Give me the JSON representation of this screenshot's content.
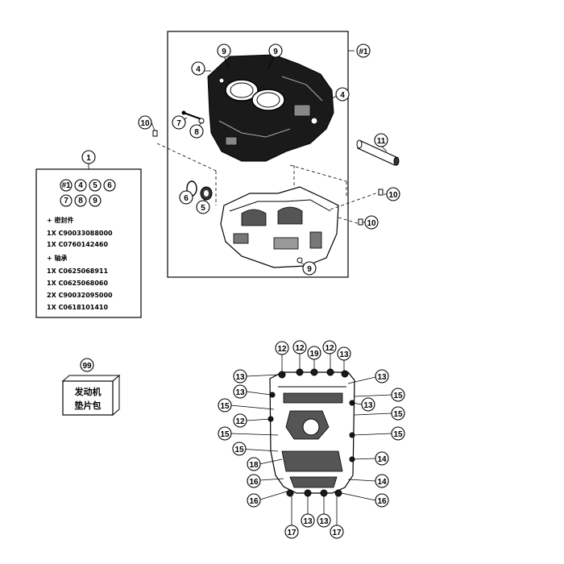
{
  "main_assembly_label": "#1",
  "callout_1": "1",
  "callout_99": "99",
  "kit_box": {
    "row1": [
      "#1",
      "4",
      "5",
      "6"
    ],
    "row2": [
      "7",
      "8",
      "9"
    ],
    "seals_header": "+ 密封件",
    "seals": [
      "1X  C90033088000",
      "1X  C0760142460"
    ],
    "bearings_header": "+ 轴承",
    "bearings": [
      "1X  C0625068911",
      "1X  C0625068060",
      "2X  C90032095000",
      "1X  C0618101410"
    ]
  },
  "gasket_box": {
    "line1": "发动机",
    "line2": "垫片包"
  },
  "top_callouts": [
    "9",
    "9",
    "4",
    "4",
    "7",
    "8",
    "10",
    "11",
    "6",
    "5",
    "10",
    "10",
    "9"
  ],
  "bottom_callouts": [
    "12",
    "12",
    "19",
    "12",
    "13",
    "13",
    "13",
    "13",
    "13",
    "15",
    "12",
    "15",
    "15",
    "15",
    "15",
    "15",
    "14",
    "18",
    "16",
    "14",
    "16",
    "16",
    "17",
    "13",
    "13",
    "17"
  ]
}
